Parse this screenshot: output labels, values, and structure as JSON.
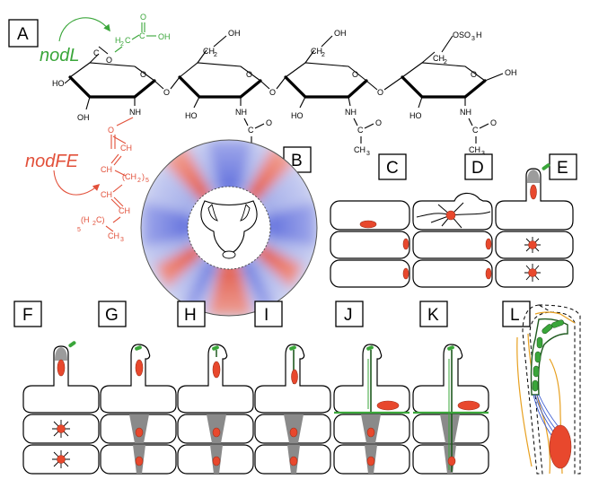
{
  "panels": {
    "a": "A",
    "b": "B",
    "c": "C",
    "d": "D",
    "e": "E",
    "f": "F",
    "g": "G",
    "h": "H",
    "i": "I",
    "j": "J",
    "k": "K",
    "l": "L"
  },
  "genes": {
    "nodL": "nodL",
    "nodFE": "nodFE"
  },
  "chemistry": {
    "acetyl_o": "O",
    "acetyl_h2c": "H",
    "acetyl_h2c_sub": "2",
    "acetyl_c": "C",
    "acetyl_c2": "C",
    "acetyl_oh": "OH",
    "ring_o": "O",
    "ho": "HO",
    "oh": "OH",
    "o": "O",
    "nh": "NH",
    "c": "C",
    "ch3": "CH",
    "ch3_sub": "3",
    "ch2": "CH",
    "ch2_sub": "2",
    "oso3h": "OSO",
    "oso3h_sub": "3",
    "oso3h_h": "H",
    "ch": "CH",
    "ch2_5": "(CH",
    "ch2_5_sub": "2",
    "ch2_5_close": ")",
    "ch2_5_n": "5",
    "h2c_5": "(H",
    "h2c_5_sub": "2",
    "h2c_5_c": "C)",
    "h2c_5_n": "5",
    "fatty_ch3": "CH",
    "fatty_ch3_sub": "3"
  },
  "colors": {
    "nucleus": "#e8482d",
    "bacteria": "#3aa63a",
    "nodL": "#3aa63a",
    "nodFE": "#e2503a",
    "thread": "#1f5a1f",
    "cytoplasm": "#8a8a8a",
    "cortex_blue": "#7c8cd8",
    "cortex_red": "#f06a4a",
    "cell_wall": "#e7a020",
    "microtubule": "#3a5ad0"
  },
  "icons": [
    "arrow-icon",
    "nucleus-icon",
    "bacteria-icon",
    "microtubule-icon"
  ]
}
